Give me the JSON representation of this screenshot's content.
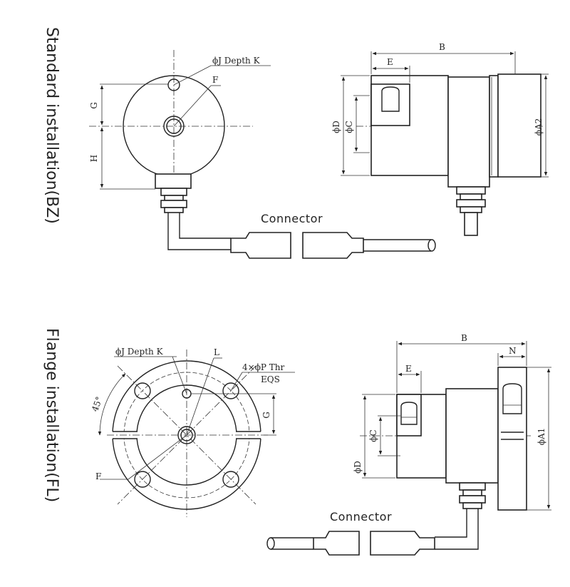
{
  "sections": {
    "bz": {
      "title": "Standard installation(BZ)",
      "connector": "Connector",
      "labels": {
        "hole": "ϕJ Depth K",
        "f": "F",
        "g": "G",
        "h": "H",
        "b": "B",
        "e": "E",
        "d": "ϕD",
        "c": "ϕC",
        "a2": "ϕA2"
      }
    },
    "fl": {
      "title": "Flange installation(FL)",
      "connector": "Connector",
      "labels": {
        "hole": "ϕJ Depth K",
        "l": "L",
        "thread": "4×ϕP Thr",
        "eqs": "EQS",
        "angle": "45°",
        "g": "G",
        "f": "F",
        "b": "B",
        "n": "N",
        "e": "E",
        "c": "ϕC",
        "d": "ϕD",
        "a1": "ϕA1"
      }
    }
  }
}
